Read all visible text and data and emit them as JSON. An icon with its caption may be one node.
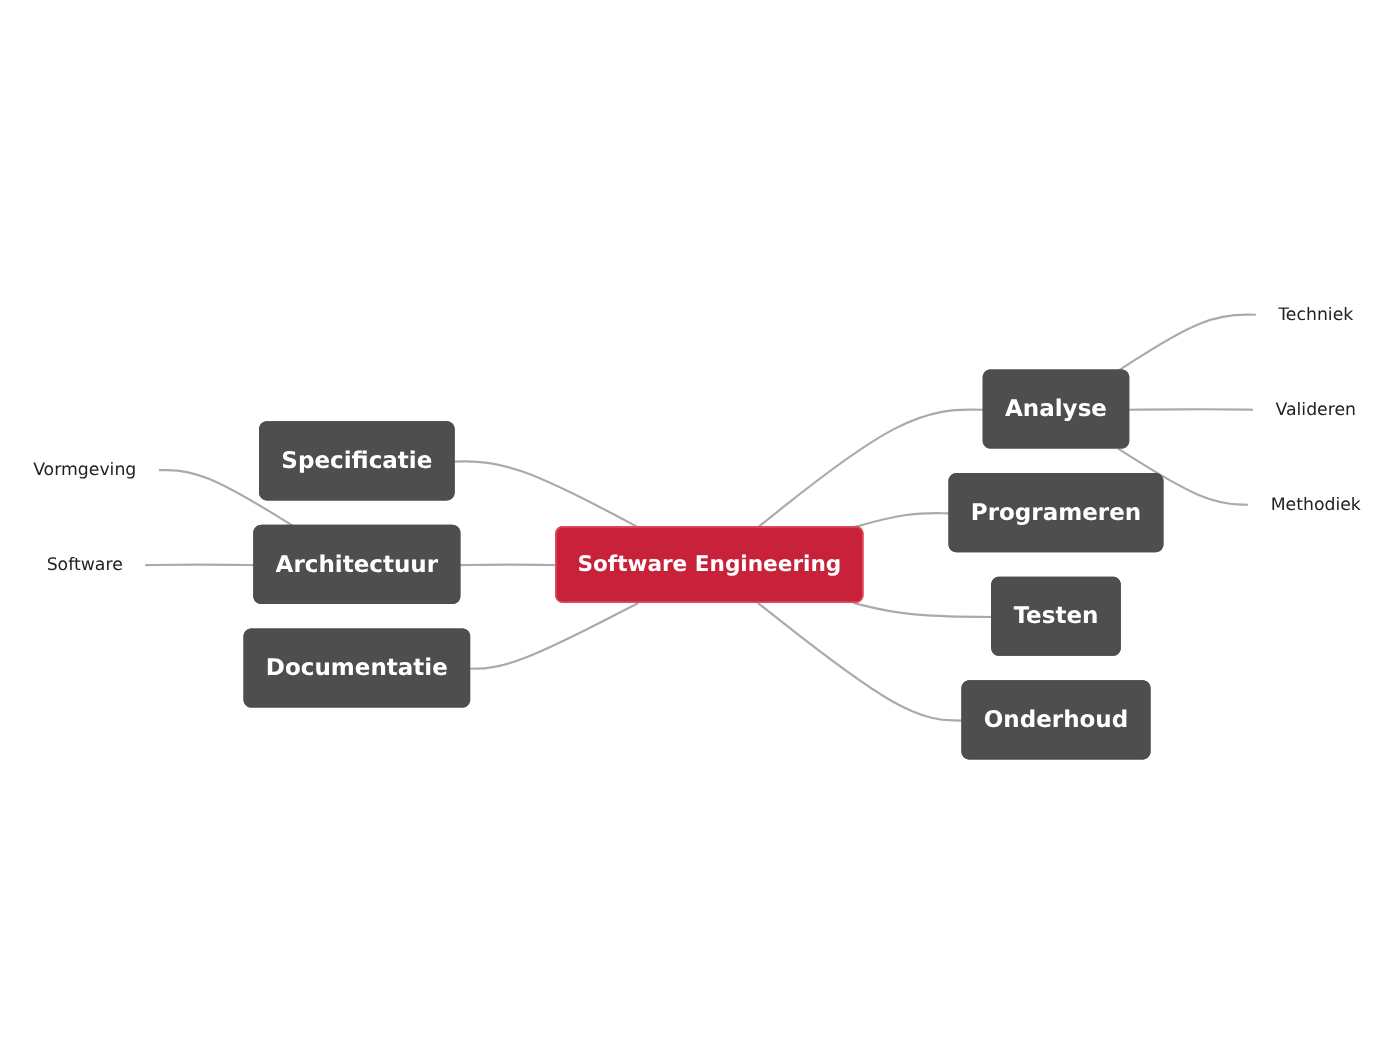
{
  "diagram": {
    "nodes": [
      {
        "text": [
          "Software Engineering"
        ]
      },
      {
        "text": [
          "Specificatie"
        ]
      },
      {
        "text": [
          "Analyse"
        ]
      },
      {
        "text": [
          "Techniek"
        ]
      },
      {
        "text": [
          "Valideren"
        ]
      },
      {
        "text": [
          "Methodiek"
        ]
      },
      {
        "text": [
          "Architectuur"
        ]
      },
      {
        "text": [
          "Vormgeving"
        ]
      },
      {
        "text": [
          "Software"
        ]
      },
      {
        "text": [
          "Programeren"
        ]
      },
      {
        "text": [
          "Testen"
        ]
      },
      {
        "text": [
          "Documentatie"
        ]
      },
      {
        "text": [
          "Onderhoud"
        ]
      }
    ],
    "edges": [
      {
        "from": 0,
        "to": 1,
        "arrow": "none"
      },
      {
        "from": 0,
        "to": 2,
        "arrow": "none"
      },
      {
        "from": 2,
        "to": 3,
        "arrow": "none"
      },
      {
        "from": 2,
        "to": 4,
        "arrow": "none"
      },
      {
        "from": 2,
        "to": 5,
        "arrow": "none"
      },
      {
        "from": 0,
        "to": 6,
        "arrow": "none"
      },
      {
        "from": 6,
        "to": 7,
        "arrow": "none"
      },
      {
        "from": 6,
        "to": 8,
        "arrow": "none"
      },
      {
        "from": 0,
        "to": 9,
        "arrow": "none"
      },
      {
        "from": 0,
        "to": 10,
        "arrow": "none"
      },
      {
        "from": 0,
        "to": 11,
        "arrow": "none"
      },
      {
        "from": 0,
        "to": 12,
        "arrow": "none"
      }
    ]
  }
}
